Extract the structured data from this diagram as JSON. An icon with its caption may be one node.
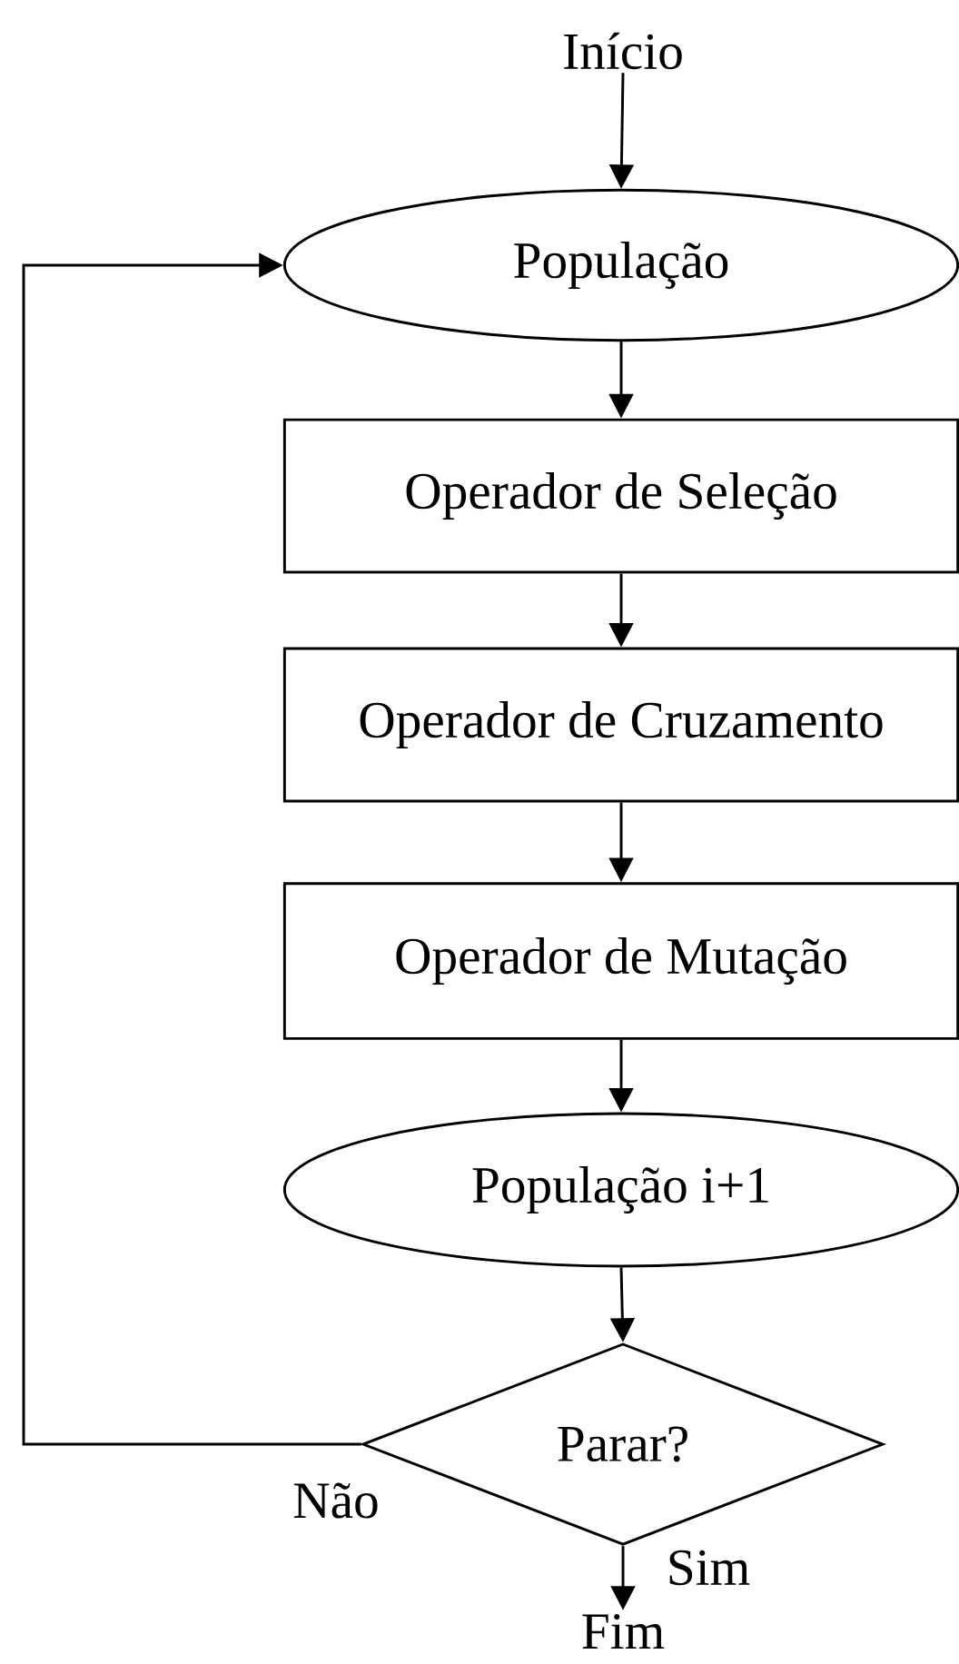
{
  "diagram": {
    "nodes": [
      {
        "text": [
          "Início"
        ]
      },
      {
        "text": [
          "População"
        ]
      },
      {
        "text": [
          "Operador de Seleção"
        ]
      },
      {
        "text": [
          "Operador de Cruzamento"
        ]
      },
      {
        "text": [
          "Operador de Mutação"
        ]
      },
      {
        "text": [
          "População i+1"
        ]
      },
      {
        "text": [
          "Parar?"
        ]
      },
      {
        "text": [
          "Fim"
        ]
      }
    ],
    "edges": [
      {
        "from": 0,
        "to": 1,
        "arrow": "to"
      },
      {
        "from": 1,
        "to": 2,
        "arrow": "to"
      },
      {
        "from": 2,
        "to": 3,
        "arrow": "to"
      },
      {
        "from": 3,
        "to": 4,
        "arrow": "to"
      },
      {
        "from": 4,
        "to": 5,
        "arrow": "to"
      },
      {
        "from": 5,
        "to": 6,
        "arrow": "to"
      },
      {
        "from": 6,
        "to": 1,
        "arrow": "to",
        "label": "Não"
      },
      {
        "from": 6,
        "to": 7,
        "arrow": "to",
        "label": "Sim"
      }
    ]
  }
}
